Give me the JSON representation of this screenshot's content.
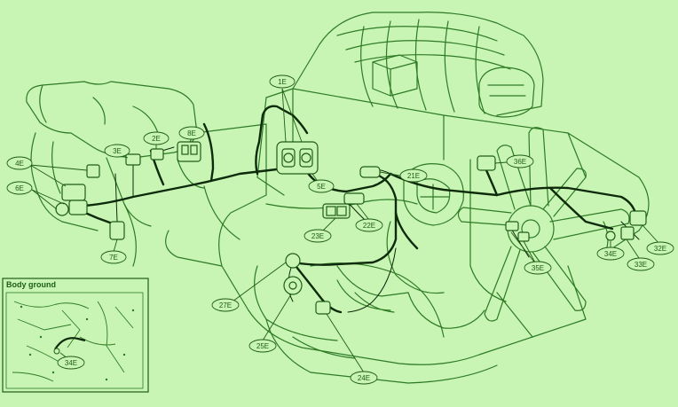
{
  "colors": {
    "background": "#c8f5b4",
    "line": "#2e7a25",
    "harness": "#0d2a0a",
    "text": "#1f5c16"
  },
  "diagram": {
    "inset_title": "Body ground",
    "labels": {
      "l1E": "1E",
      "l2E": "2E",
      "l3E": "3E",
      "l4E": "4E",
      "l5E": "5E",
      "l6E": "6E",
      "l7E": "7E",
      "l8E": "8E",
      "l21E": "21E",
      "l22E": "22E",
      "l23E": "23E",
      "l24E": "24E",
      "l25E": "25E",
      "l27E": "27E",
      "l32E": "32E",
      "l33E": "33E",
      "l34E": "34E",
      "l34Eb": "34E",
      "l35E": "35E",
      "l36E": "36E"
    }
  }
}
